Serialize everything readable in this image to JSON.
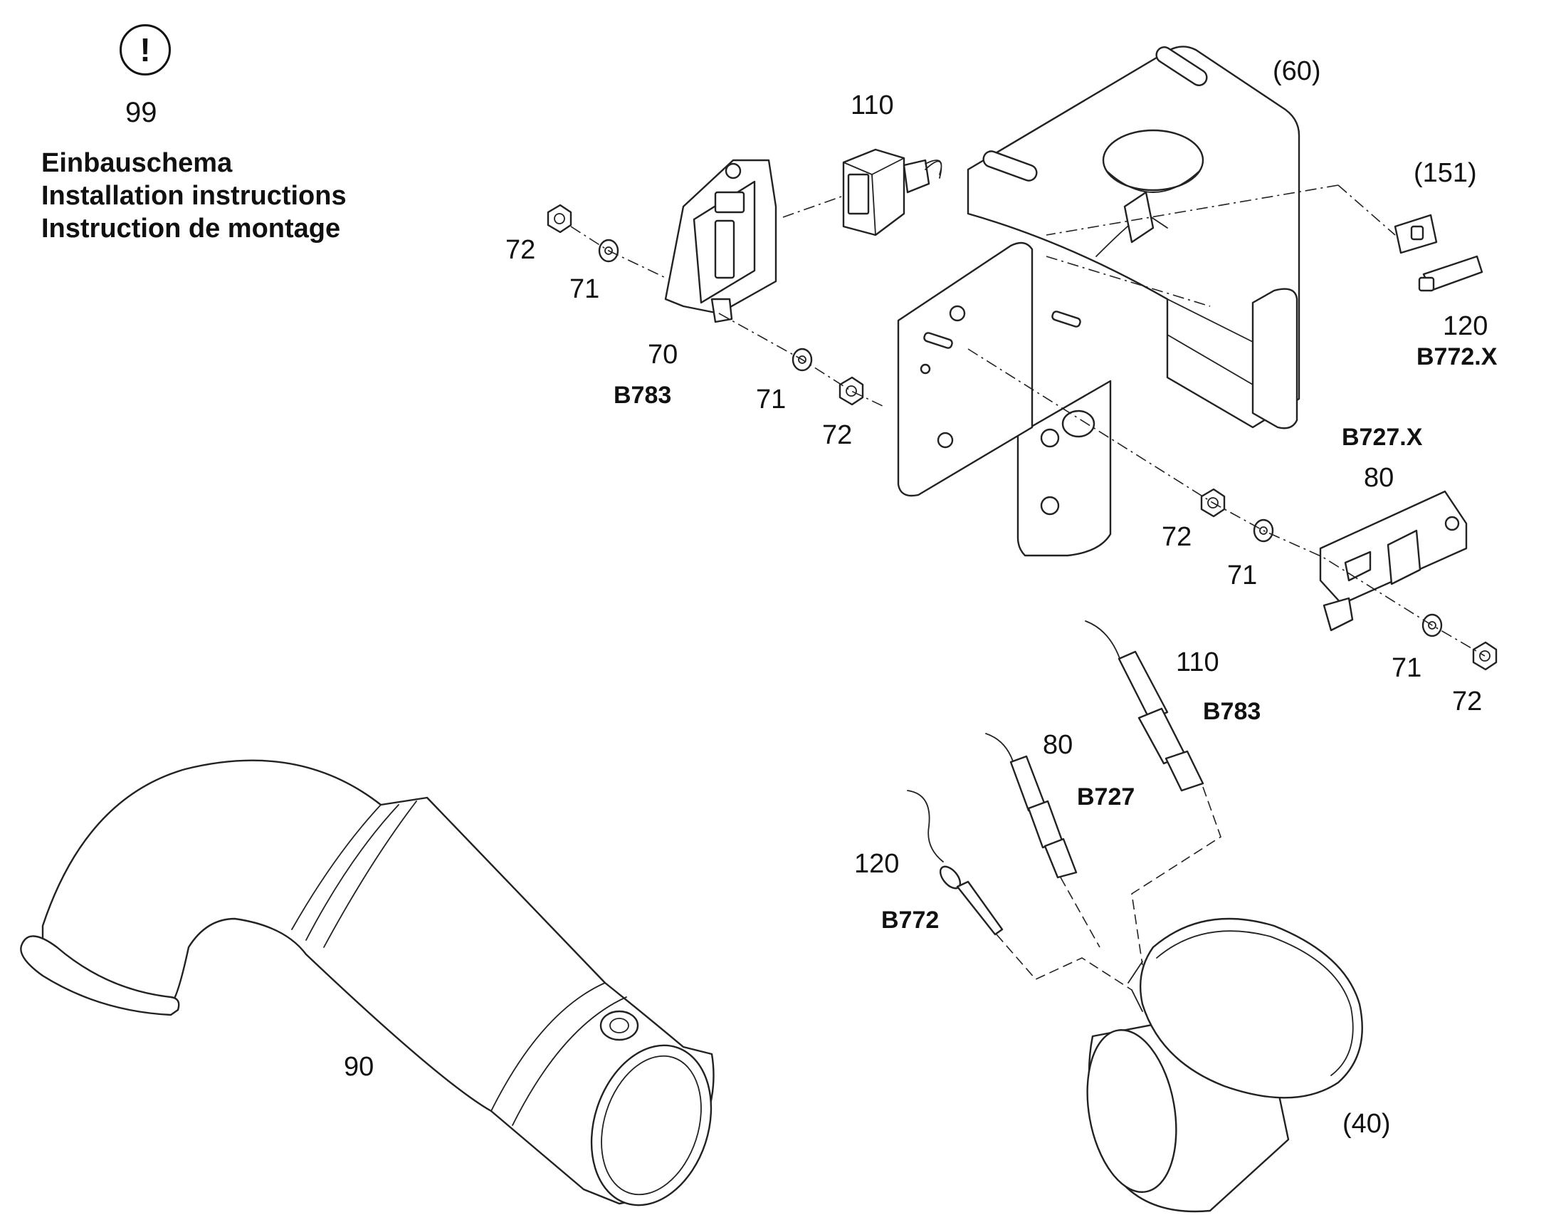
{
  "note": {
    "icon": "exclamation-circle-icon",
    "glyph": "!",
    "number": "99"
  },
  "header": {
    "line1": "Einbauschema",
    "line2": "Installation instructions",
    "line3": "Instruction de montage"
  },
  "labels": {
    "bracket": "(60)",
    "connector_top": "110",
    "holder": "(151)",
    "plug_120": "120",
    "plug_120_code": "B772.X",
    "module_70": "70",
    "module_70_code": "B783",
    "module_80_code": "B727.X",
    "module_80": "80",
    "nut_a": "72",
    "washer_a": "71",
    "washer_b": "71",
    "nut_b": "72",
    "nut_c": "72",
    "washer_c": "71",
    "washer_d": "71",
    "nut_d": "72",
    "sensor_110": "110",
    "sensor_110_code": "B783",
    "sensor_80": "80",
    "sensor_80_code": "B727",
    "sensor_120": "120",
    "sensor_120_code": "B772",
    "pipe_90": "90",
    "housing_40": "(40)"
  }
}
